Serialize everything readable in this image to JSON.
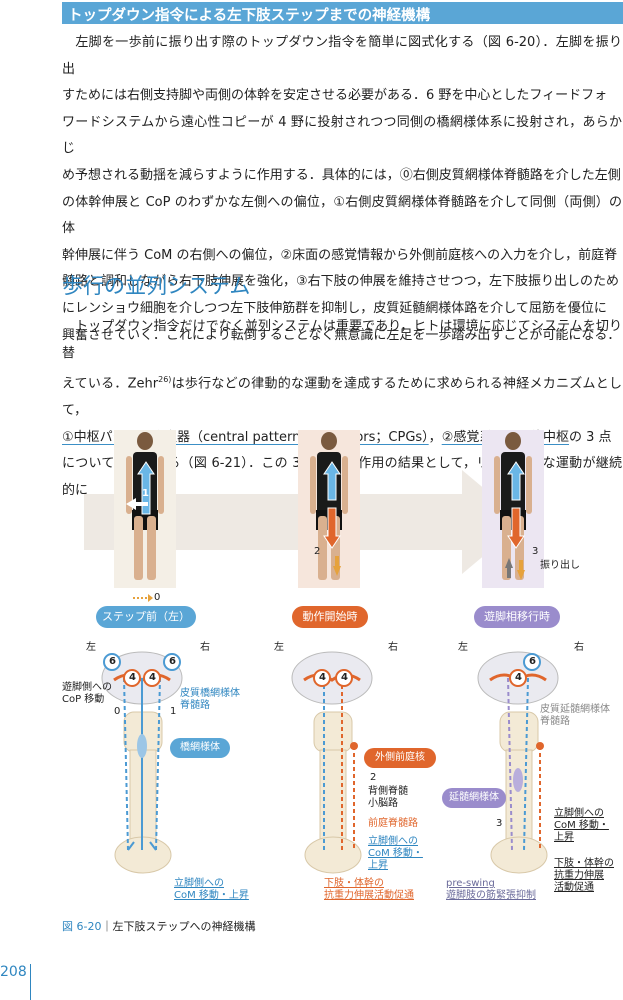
{
  "header": {
    "title": "トップダウン指令による左下肢ステップまでの神経機構"
  },
  "paragraph1": {
    "lines": [
      "　左脚を一歩前に振り出す際のトップダウン指令を簡単に図式化する（図 6-20）．左脚を振り出",
      "すためには右側支持脚や両側の体幹を安定させる必要がある．6 野を中心としたフィードフォ",
      "ワードシステムから遠心性コピーが 4 野に投射されつつ同側の橋網様体系に投射され，あらかじ",
      "め予想される動揺を減らすように作用する．具体的には，⓪右側皮質網様体脊髄路を介した左側",
      "の体幹伸展と CoP のわずかな左側への偏位，①右側皮質網様体脊髄路を介して同側（両側）の体",
      "幹伸展に伴う CoM の右側への偏位，②床面の感覚情報から外側前庭核への入力を介し，前庭脊",
      "髄路と調和しながら右下肢伸展を強化，③右下肢の伸展を維持させつつ，左下肢振り出しのため",
      "にレンショウ細胞を介しつつ左下肢伸筋群を抑制し，皮質延髄網様体路を介して屈筋を優位に",
      "興奮させていく．これにより転倒することなく無意識に左足を一歩踏み出すことが可能になる．"
    ]
  },
  "section": {
    "title": "歩行の並列システム"
  },
  "paragraph2": {
    "line1": "　トップダウン指令だけでなく並列システムは重要であり，ヒトは環境に応じてシステムを切り替",
    "line2": "えている．Zehr",
    "line2_sup": "26)",
    "line2_rest": "は歩行などの律動的な運動を達成するために求められる神経メカニズムとして，",
    "line3_a": "①中枢パターン発生器（central pattern generators；CPGs）",
    "line3_b": "，",
    "line3_c": "②感覚系",
    "line3_d": "，",
    "line3_e": "③上位中枢",
    "line3_f": "の 3 点",
    "line4": "について述べている（図 6-21）．この 3 つの相互作用の結果として，リズミカルな運動が継続的に"
  },
  "figure": {
    "phases": [
      {
        "label": "ステップ前（左）",
        "color": "#5aa6d6"
      },
      {
        "label": "動作開始時",
        "color": "#e0662c"
      },
      {
        "label": "遊脚相移行時",
        "color": "#9a8ccc"
      }
    ],
    "photo_numbers": {
      "p1_top": "1",
      "p1_bottom": "0",
      "p2": "2",
      "p3": "3",
      "p3_note": "振り出し"
    },
    "sides": {
      "left": "左",
      "right": "右"
    },
    "brain_labels": {
      "six": "6",
      "four": "4"
    },
    "panel1": {
      "cop": "遊脚側への\nCoP 移動",
      "zero": "0",
      "one": "1",
      "tract": "皮質橋網様体\n脊髄路",
      "pill": "橋網様体",
      "bottom": "立脚側への\nCoM 移動・上昇"
    },
    "panel2": {
      "pill": "外側前庭核",
      "two": "2",
      "spino": "背側脊髄\n小脳路",
      "vest": "前庭脊髄路",
      "com": "立脚側への\nCoM 移動・\n上昇",
      "bottom": "下肢・体幹の\n抗重力伸展活動促通"
    },
    "panel3": {
      "tract": "皮質延髄網様体\n脊髄路",
      "pill": "延髄網様体",
      "three": "3",
      "com": "立脚側への\nCoM 移動・\n上昇",
      "extensor": "下肢・体幹の\n抗重力伸展\n活動促通",
      "bottom": "pre-swing\n遊脚肢の筋緊張抑制"
    }
  },
  "caption": {
    "num": "図 6-20",
    "sep": "｜",
    "text": "左下肢ステップへの神経機構"
  },
  "page": {
    "number": "208"
  },
  "colors": {
    "accent": "#2f86c0",
    "orange": "#e0662c",
    "purple": "#9a8ccc",
    "header": "#5aa6d6"
  }
}
